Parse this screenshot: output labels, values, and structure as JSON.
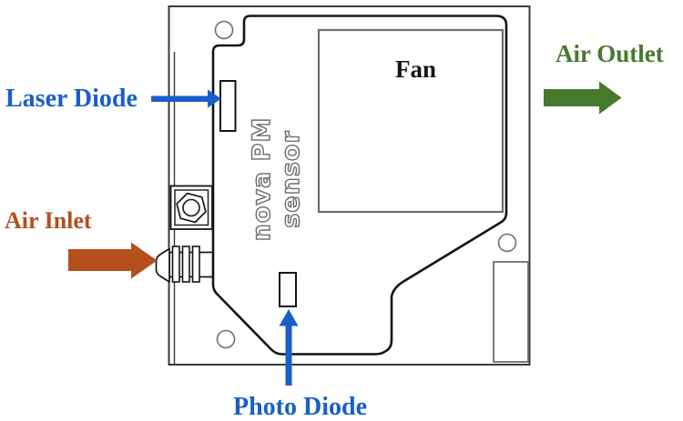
{
  "diagram": {
    "device": "nova PM sensor",
    "silkscreen": "nova PM sensor",
    "labels": {
      "laser_diode": "Laser Diode",
      "air_inlet": "Air Inlet",
      "photo_diode": "Photo Diode",
      "air_outlet": "Air Outlet",
      "fan": "Fan"
    },
    "colors": {
      "blue": "#1a5fc8",
      "orange": "#b54f1e",
      "green": "#47792c",
      "ink": "#151515",
      "line-gray": "#6e6e6e",
      "silkscreen": "#6b6b6b"
    }
  }
}
